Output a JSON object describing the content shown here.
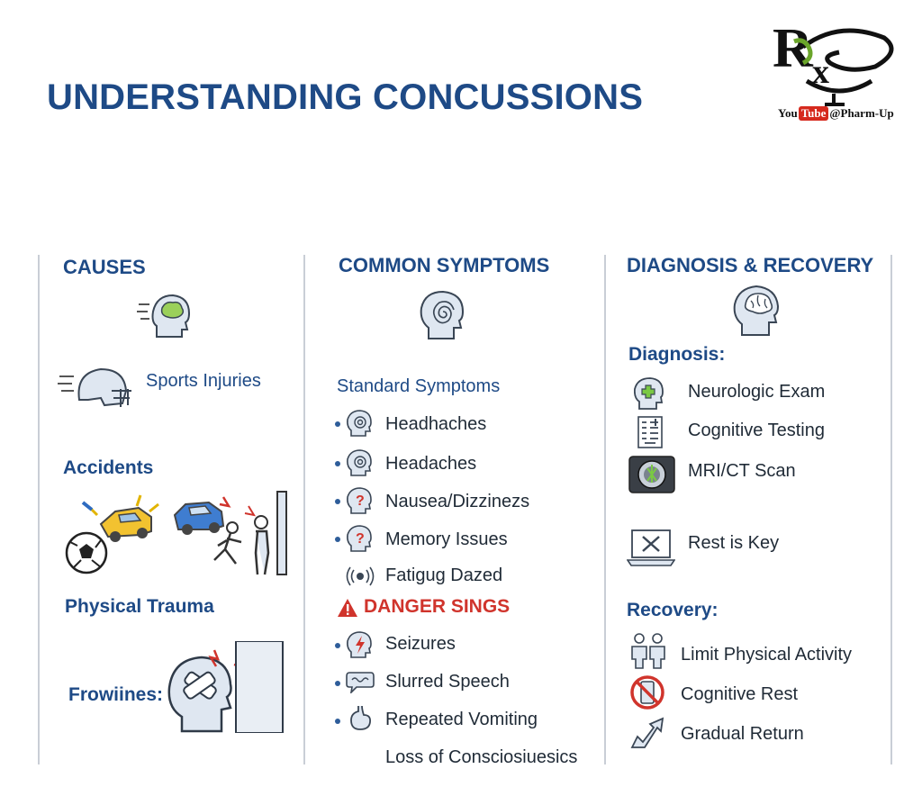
{
  "title": "UNDERSTANDING CONCUSSIONS",
  "logo": {
    "mark": "Rx",
    "channel_prefix": "You",
    "channel_badge": "Tube",
    "channel_handle": "@Pharm-Up"
  },
  "colors": {
    "heading_blue": "#1e4a86",
    "danger_red": "#d0342c",
    "divider_gray": "#c9ced6"
  },
  "causes": {
    "heading": "CAUSES",
    "items": [
      {
        "label": "Sports Injuries",
        "icon": "football-helmet-icon"
      },
      {
        "label": "Accidents",
        "icon": "car-crash-icon"
      },
      {
        "label": "Physical Trauma",
        "icon": "fall-injury-icon"
      },
      {
        "label": "Frowiines:",
        "icon": "bandaged-head-icon"
      }
    ]
  },
  "symptoms": {
    "heading": "COMMON SYMPTOMS",
    "standard_heading": "Standard Symptoms",
    "standard": [
      {
        "label": "Headhaches",
        "icon": "head-spiral-icon"
      },
      {
        "label": "Headaches",
        "icon": "head-spiral-icon"
      },
      {
        "label": "Nausea/Dizzinezs",
        "icon": "head-question-icon"
      },
      {
        "label": "Memory Issues",
        "icon": "head-question-icon"
      },
      {
        "label": "Fatigug Dazed",
        "icon": "ringing-icon"
      }
    ],
    "danger_heading": "DANGER SINGS",
    "danger": [
      {
        "label": "Seizures",
        "icon": "head-lightning-icon"
      },
      {
        "label": "Slurred Speech",
        "icon": "speech-bubble-icon"
      },
      {
        "label": "Repeated Vomiting",
        "icon": "stomach-icon"
      },
      {
        "label": "Loss of Consciosiuesics",
        "icon": ""
      }
    ]
  },
  "diagnosis": {
    "heading": "DIAGNOSIS & RECOVERY",
    "diagnosis_heading": "Diagnosis:",
    "items": [
      {
        "label": "Neurologic Exam",
        "icon": "head-medical-cross-icon"
      },
      {
        "label": "Cognitive Testing",
        "icon": "test-sheet-icon"
      },
      {
        "label": "MRI/CT Scan",
        "icon": "brain-scan-icon"
      },
      {
        "label": "Rest is Key",
        "icon": "laptop-x-icon"
      }
    ],
    "recovery_heading": "Recovery:",
    "recovery": [
      {
        "label": "Limit Physical Activity",
        "icon": "people-icon"
      },
      {
        "label": "Cognitive Rest",
        "icon": "no-phone-icon"
      },
      {
        "label": "Gradual Return",
        "icon": "up-arrow-icon"
      }
    ]
  }
}
